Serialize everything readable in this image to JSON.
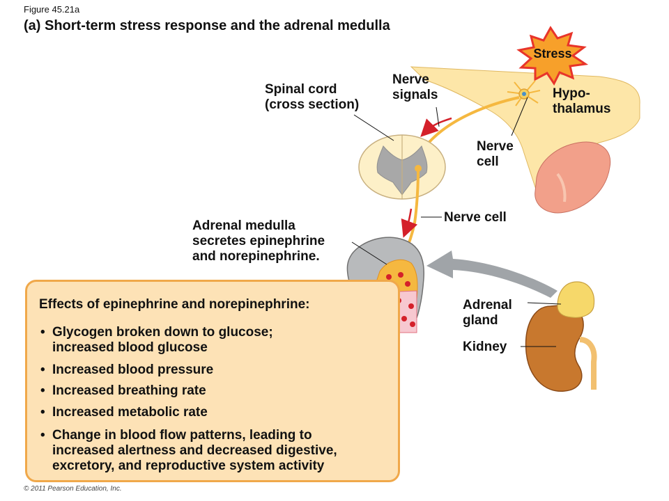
{
  "figure_label": "Figure 45.21a",
  "title": "(a) Short-term stress response and the adrenal medulla",
  "labels": {
    "stress": "Stress",
    "spinal_cord": [
      "Spinal cord",
      "(cross section)"
    ],
    "nerve_signals": [
      "Nerve",
      "signals"
    ],
    "hypothalamus": [
      "Hypo-",
      "thalamus"
    ],
    "nerve_cell_upper": [
      "Nerve",
      "cell"
    ],
    "nerve_cell_lower": "Nerve cell",
    "adrenal_medulla": [
      "Adrenal medulla",
      "secretes epinephrine",
      "and norepinephrine."
    ],
    "adrenal_gland": [
      "Adrenal",
      "gland"
    ],
    "kidney": "Kidney"
  },
  "effects": {
    "heading": "Effects of epinephrine and norepinephrine:",
    "bullet": "•",
    "items": [
      [
        "Glycogen broken down to glucose;",
        "increased blood  glucose"
      ],
      [
        "Increased blood pressure"
      ],
      [
        "Increased breathing rate"
      ],
      [
        "Increased metabolic rate"
      ],
      [
        "Change in blood flow patterns, leading to",
        "increased alertness and decreased digestive,",
        "excretory, and reproductive system activity"
      ]
    ]
  },
  "copyright": "© 2011 Pearson Education, Inc.",
  "colors": {
    "brain": "#fde6a8",
    "pituitary": "#f2a08a",
    "nerve": "#f5b840",
    "arrow_red": "#d4202a",
    "stress_star": "#e8342a",
    "stress_fill": "#f7a02a",
    "effects_bg": "#fde2b6",
    "effects_border": "#f0a84a",
    "kidney": "#c8782e",
    "adrenal": "#f6d86a"
  }
}
